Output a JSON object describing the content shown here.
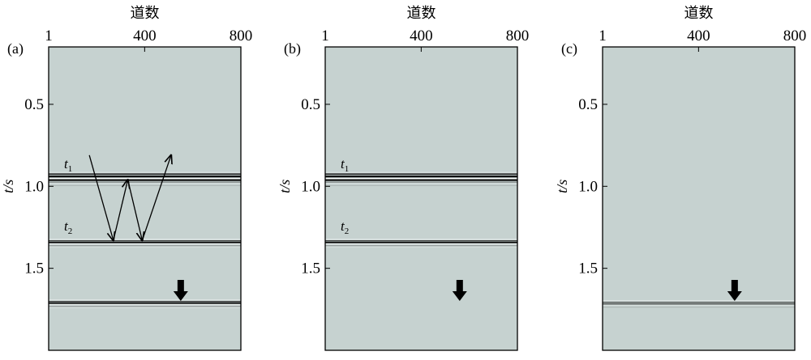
{
  "figure": {
    "panels": [
      {
        "label": "(a)",
        "x_axis_title": "道数",
        "x_ticks": [
          {
            "value": 1,
            "label": "1"
          },
          {
            "value": 400,
            "label": "400"
          },
          {
            "value": 800,
            "label": "800"
          }
        ],
        "y_axis_title": "t/s",
        "y_ticks": [
          {
            "value": 0.5,
            "label": "0.5"
          },
          {
            "value": 1.0,
            "label": "1.0"
          },
          {
            "value": 1.5,
            "label": "1.5"
          }
        ],
        "horizon_labels": [
          {
            "text": "t",
            "sub": "1",
            "time": 0.94
          },
          {
            "text": "t",
            "sub": "2",
            "time": 1.32
          }
        ],
        "events": [
          {
            "time": 0.95,
            "strength": "strong"
          },
          {
            "time": 1.34,
            "strength": "medium"
          },
          {
            "time": 1.71,
            "strength": "medium"
          }
        ],
        "down_arrow": {
          "trace": 550,
          "time": 1.62
        },
        "ray_path": [
          {
            "trace": 170,
            "time": 0.81
          },
          {
            "trace": 270,
            "time": 1.33
          },
          {
            "trace": 330,
            "time": 0.96
          },
          {
            "trace": 390,
            "time": 1.33
          },
          {
            "trace": 510,
            "time": 0.81
          }
        ]
      },
      {
        "label": "(b)",
        "x_axis_title": "道数",
        "x_ticks": [
          {
            "value": 1,
            "label": "1"
          },
          {
            "value": 400,
            "label": "400"
          },
          {
            "value": 800,
            "label": "800"
          }
        ],
        "y_axis_title": "t/s",
        "y_ticks": [
          {
            "value": 0.5,
            "label": "0.5"
          },
          {
            "value": 1.0,
            "label": "1.0"
          },
          {
            "value": 1.5,
            "label": "1.5"
          }
        ],
        "horizon_labels": [
          {
            "text": "t",
            "sub": "1",
            "time": 0.94
          },
          {
            "text": "t",
            "sub": "2",
            "time": 1.32
          }
        ],
        "events": [
          {
            "time": 0.95,
            "strength": "strong"
          },
          {
            "time": 1.34,
            "strength": "medium"
          }
        ],
        "down_arrow": {
          "trace": 560,
          "time": 1.62
        },
        "ray_path": []
      },
      {
        "label": "(c)",
        "x_axis_title": "道数",
        "x_ticks": [
          {
            "value": 1,
            "label": "1"
          },
          {
            "value": 400,
            "label": "400"
          },
          {
            "value": 800,
            "label": "800"
          }
        ],
        "y_axis_title": "t/s",
        "y_ticks": [
          {
            "value": 0.5,
            "label": "0.5"
          },
          {
            "value": 1.0,
            "label": "1.0"
          },
          {
            "value": 1.5,
            "label": "1.5"
          }
        ],
        "horizon_labels": [],
        "events": [
          {
            "time": 1.71,
            "strength": "weak"
          }
        ],
        "down_arrow": {
          "trace": 550,
          "time": 1.62
        },
        "ray_path": []
      }
    ],
    "axis_limits": {
      "trace": [
        1,
        800
      ],
      "time": [
        0.15,
        2.0
      ]
    },
    "colors": {
      "background": "#c6d2d0",
      "event": "#1a1a1a",
      "frame": "#000000"
    }
  }
}
